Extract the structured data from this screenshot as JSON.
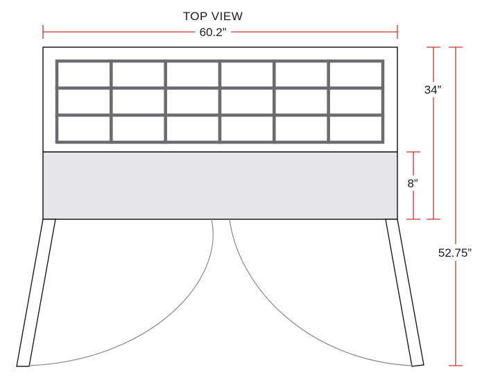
{
  "view_title": "TOP VIEW",
  "dimensions": {
    "overall_width": "60.2”",
    "top_depth": "34”",
    "rail_depth": "8”",
    "depth_with_doors_open": "52.75”"
  },
  "pan_grid": {
    "rows": 3,
    "columns": 6
  },
  "colors": {
    "dimension_line": "#d0312d",
    "outline": "#1a1a1a",
    "pan_grid": "#6b6b70",
    "rail_fill": "#e6e6e8",
    "door_swing": "#8a8a8a"
  }
}
